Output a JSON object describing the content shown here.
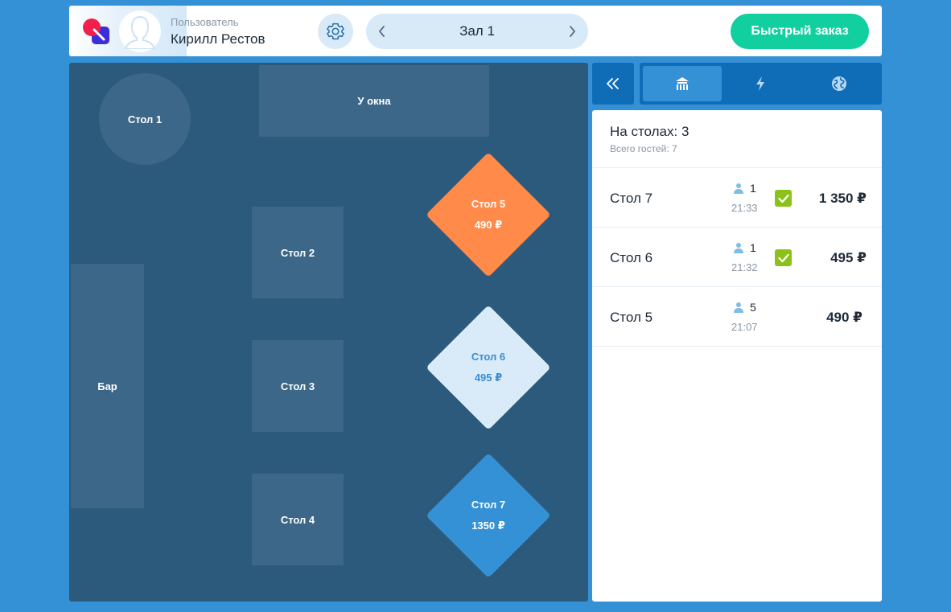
{
  "header": {
    "user_caption": "Пользователь",
    "user_name": "Кирилл Рестов",
    "hall_title": "Зал 1",
    "quick_order_label": "Быстрый заказ",
    "icons": {
      "logo": "app-logo",
      "avatar": "user-avatar-icon",
      "settings": "gear-icon",
      "prev": "chevron-left-icon",
      "next": "chevron-right-icon"
    }
  },
  "floor": {
    "tables": [
      {
        "id": "table-1",
        "label": "Стол 1",
        "shape": "round"
      },
      {
        "id": "window",
        "label": "У окна",
        "shape": "rect"
      },
      {
        "id": "table-2",
        "label": "Стол 2",
        "shape": "square"
      },
      {
        "id": "table-3",
        "label": "Стол 3",
        "shape": "square"
      },
      {
        "id": "table-4",
        "label": "Стол 4",
        "shape": "square"
      },
      {
        "id": "bar",
        "label": "Бар",
        "shape": "rect"
      },
      {
        "id": "table-5",
        "label": "Стол 5",
        "amount": "490 ₽",
        "shape": "diamond",
        "status": "orange"
      },
      {
        "id": "table-6",
        "label": "Стол 6",
        "amount": "495 ₽",
        "shape": "diamond",
        "status": "light"
      },
      {
        "id": "table-7",
        "label": "Стол 7",
        "amount": "1350 ₽",
        "shape": "diamond",
        "status": "blue"
      }
    ]
  },
  "toolbar": {
    "collapse_icon": "double-chevron-left-icon",
    "tabs": [
      {
        "icon": "tables-icon",
        "active": true
      },
      {
        "icon": "lightning-icon",
        "active": false
      },
      {
        "icon": "globe-icon",
        "active": false
      }
    ]
  },
  "panel": {
    "summary_title": "На столах: 3",
    "summary_sub": "Всего гостей: 7",
    "orders": [
      {
        "name": "Стол 7",
        "guests": "1",
        "time": "21:33",
        "checked": true,
        "sum": "1 350 ₽"
      },
      {
        "name": "Стол 6",
        "guests": "1",
        "time": "21:32",
        "checked": true,
        "sum": "495 ₽"
      },
      {
        "name": "Стол 5",
        "guests": "5",
        "time": "21:07",
        "checked": false,
        "sum": "490 ₽"
      }
    ]
  },
  "colors": {
    "background": "#3591d6",
    "floor": "#2c5a7c",
    "table": "#3d6788",
    "accent_green": "#12cf9f",
    "status_orange": "#ff8a4a",
    "status_light": "#d9ebf9",
    "status_blue": "#3591d6",
    "check_green": "#8bc21a",
    "toolbar_dark": "#0f6db8"
  }
}
